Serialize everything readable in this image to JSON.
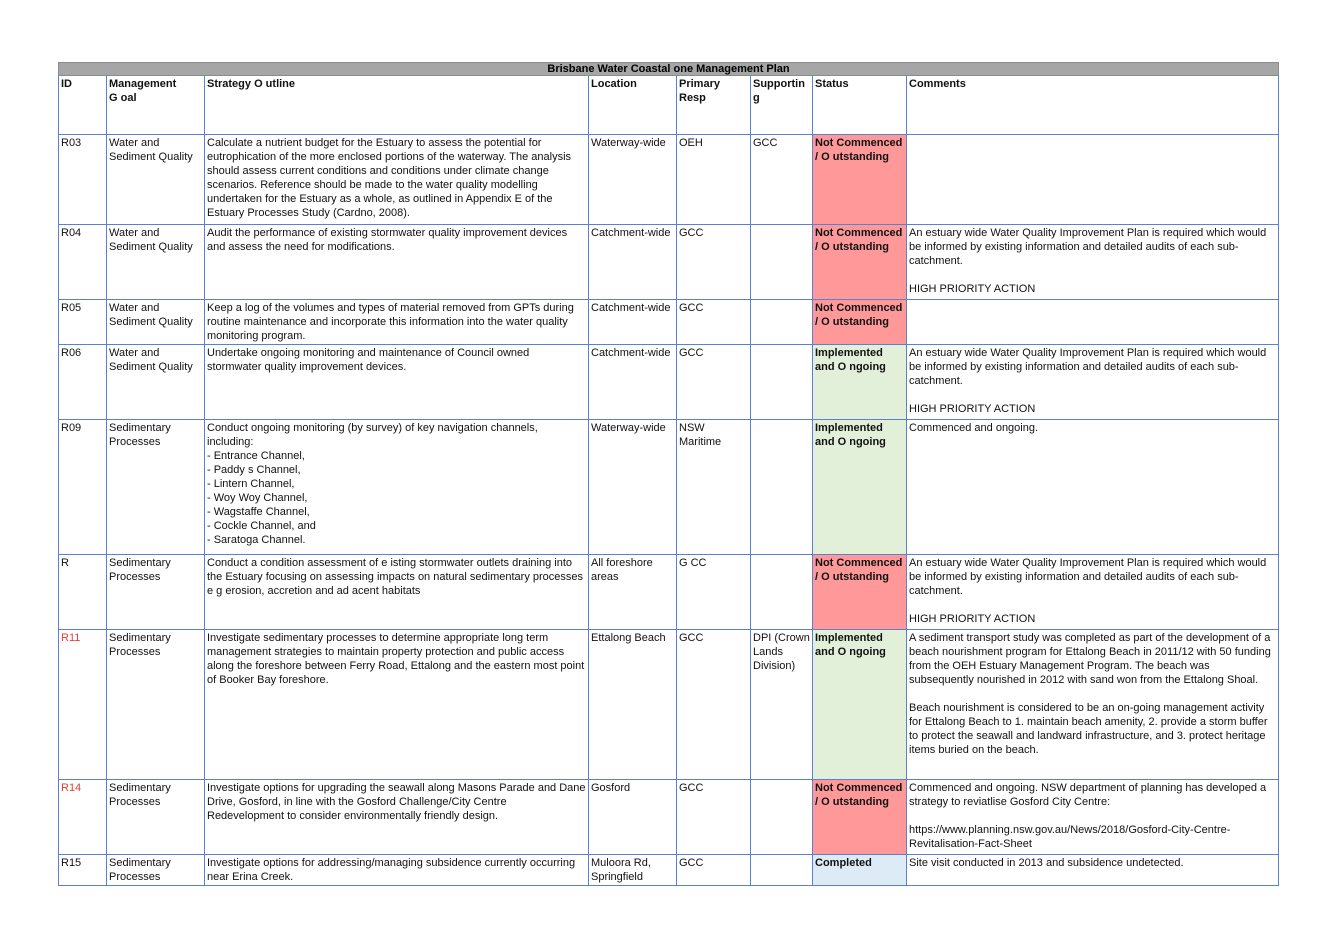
{
  "title": "Brisbane Water Coastal    one Management Plan",
  "headers": [
    "ID",
    "Management\nG oal",
    "Strategy O utline",
    "Location",
    "Primary\nResp",
    "Supportin\ng",
    "Status",
    "Comments"
  ],
  "rows": [
    {
      "id": "R03",
      "goal": "Water and\nSediment Quality",
      "strategy": "Calculate a nutrient budget for the Estuary to assess the potential for eutrophication of the more enclosed portions of the waterway.  The analysis should assess current conditions and conditions under climate change scenarios.  Reference should be made to the water quality modelling undertaken for the Estuary as a whole, as outlined in Appendix E of the Estuary Processes Study (Cardno, 2008).",
      "location": "Waterway-wide",
      "primary": "OEH",
      "supporting": "GCC",
      "status": "Not Commenced\n/ O utstanding",
      "comments": ""
    },
    {
      "id": "R04",
      "goal": "Water and\nSediment Quality",
      "strategy": "Audit the performance of existing stormwater quality improvement devices and assess the need for modifications.",
      "location": "Catchment-wide",
      "primary": "GCC",
      "supporting": "",
      "status": "Not Commenced\n/ O utstanding",
      "comments": "An estuary wide Water Quality Improvement Plan is required which would be informed by existing information and detailed audits of each sub-catchment.\n\nHIGH PRIORITY ACTION"
    },
    {
      "id": "R05",
      "goal": "Water and\nSediment Quality",
      "strategy": "Keep a log of the volumes and types of material removed from GPTs during routine maintenance and incorporate this information into the water quality monitoring program.",
      "location": "Catchment-wide",
      "primary": "GCC",
      "supporting": "",
      "status": "Not Commenced\n/ O utstanding",
      "comments": ""
    },
    {
      "id": "R06",
      "goal": "Water and\nSediment Quality",
      "strategy": "Undertake ongoing monitoring and maintenance of Council owned stormwater quality improvement devices.",
      "location": "Catchment-wide",
      "primary": "GCC",
      "supporting": "",
      "status": "Implemented\nand O ngoing",
      "comments": "An estuary wide Water Quality Improvement Plan is required which would be informed by existing information and detailed audits of each sub-catchment.\n\nHIGH PRIORITY ACTION"
    },
    {
      "id": "R09",
      "goal": "Sedimentary\nProcesses",
      "strategy": "Conduct ongoing monitoring (by survey) of key navigation channels, including:\n- Entrance Channel,\n- Paddy    s Channel,\n- Lintern Channel,\n- Woy Woy Channel,\n- Wagstaffe Channel,\n- Cockle Channel, and\n- Saratoga Channel.",
      "location": "Waterway-wide",
      "primary": "NSW\nMaritime",
      "supporting": "",
      "status": "Implemented\nand O ngoing",
      "comments": "Commenced and ongoing."
    },
    {
      "id": "R",
      "goal": "   Sedimentary\nProcesses",
      "strategy": "Conduct a condition assessment of e    isting stormwater outlets draining into the Estuary focusing on assessing impacts on natural sedimentary processes    e   g    erosion, accretion    and ad    acent habitats",
      "location": "All foreshore\nareas",
      "primary": "G CC",
      "supporting": "",
      "status": "Not Commenced\n/ O utstanding",
      "comments": "An estuary wide Water Quality Improvement Plan is required which would be informed by existing information and detailed audits of each sub-catchment.\n\nHIGH PRIORITY ACTION"
    },
    {
      "id": "R11",
      "goal": "Sedimentary\nProcesses",
      "strategy": "Investigate sedimentary processes to determine appropriate long term management strategies to maintain property protection and public access along the foreshore between Ferry Road, Ettalong and the eastern most point of Booker Bay foreshore.",
      "location": "Ettalong Beach",
      "primary": "GCC",
      "supporting": "DPI (Crown\nLands\nDivision)",
      "status": "Implemented\nand O ngoing",
      "comments": "A sediment transport study was completed as part of the development of a beach nourishment program for Ettalong Beach in  2011/12 with 50 funding from the OEH Estuary Management Program. The beach was subsequently nourished in 2012 with sand won from the Ettalong Shoal.\n\nBeach nourishment is considered to be an on-going management activity for Ettalong Beach to 1. maintain beach amenity, 2. provide a storm buffer to protect the seawall and landward infrastructure, and 3. protect heritage items buried on the beach."
    },
    {
      "id": "R14",
      "goal": "Sedimentary\nProcesses",
      "strategy": "Investigate options for upgrading the seawall along Masons Parade and Dane Drive, Gosford, in line with the Gosford Challenge/City Centre Redevelopment to consider environmentally friendly design.",
      "location": "Gosford",
      "primary": "GCC",
      "supporting": "",
      "status": "Not Commenced\n/ O utstanding",
      "comments": "Commenced and ongoing. NSW department of planning has developed a strategy to reviatlise Gosford City Centre:\n\nhttps://www.planning.nsw.gov.au/News/2018/Gosford-City-Centre-Revitalisation-Fact-Sheet"
    },
    {
      "id": "R15",
      "goal": "Sedimentary\nProcesses",
      "strategy": "Investigate options for addressing/managing subsidence currently occurring near Erina Creek.",
      "location": "Muloora Rd,\nSpringfield",
      "primary": "GCC",
      "supporting": "",
      "status": "Completed",
      "comments": "Site visit conducted in 2013 and subsidence undetected."
    }
  ]
}
